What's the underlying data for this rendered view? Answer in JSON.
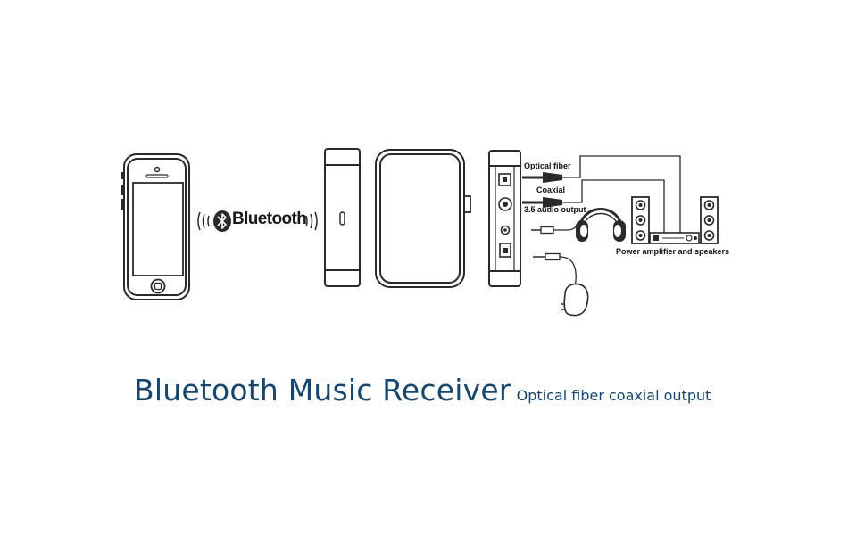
{
  "bluetooth_label": "Bluetooth",
  "connection_labels": {
    "optical": "Optical fiber",
    "coaxial": "Coaxial",
    "audio_35": "3.5 audio output",
    "amplifier": "Power amplifier and speakers"
  },
  "caption": {
    "title": "Bluetooth Music Receiver",
    "subtitle": "Optical fiber coaxial output"
  },
  "colors": {
    "line": "#2a2a2a",
    "caption": "#17466e"
  }
}
